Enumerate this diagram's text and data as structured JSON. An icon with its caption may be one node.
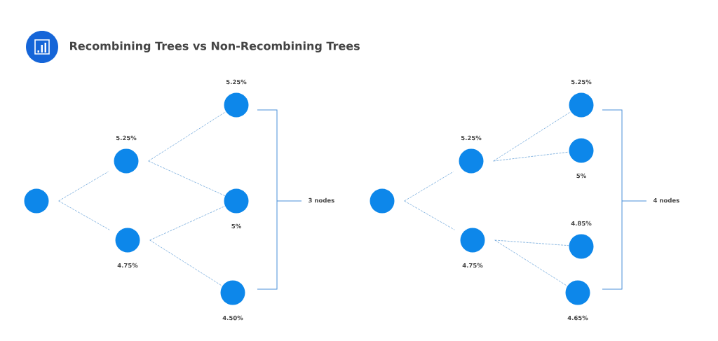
{
  "diagram": {
    "title": "Recombining Trees vs Non-Recombining Trees",
    "nodes": [
      {
        "text": [],
        "shape": "circle"
      },
      {
        "text": [],
        "shape": "circle",
        "beside": [
          "5.25%"
        ]
      },
      {
        "text": [],
        "shape": "circle",
        "beside": [
          "4.75%"
        ]
      },
      {
        "text": [],
        "shape": "circle",
        "beside": [
          "5.25%"
        ]
      },
      {
        "text": [],
        "shape": "circle",
        "beside": [
          "5%"
        ]
      },
      {
        "text": [],
        "shape": "circle",
        "beside": [
          "4.50%"
        ]
      },
      {
        "text": [],
        "shape": "circle"
      },
      {
        "text": [],
        "shape": "circle",
        "beside": [
          "5.25%"
        ]
      },
      {
        "text": [],
        "shape": "circle",
        "beside": [
          "4.75%"
        ]
      },
      {
        "text": [],
        "shape": "circle",
        "beside": [
          "5.25%"
        ]
      },
      {
        "text": [],
        "shape": "circle",
        "beside": [
          "5%"
        ]
      },
      {
        "text": [],
        "shape": "circle",
        "beside": [
          "4.85%"
        ]
      },
      {
        "text": [],
        "shape": "circle",
        "beside": [
          "4.65%"
        ]
      }
    ],
    "edges": [
      {
        "from": 0,
        "to": 1,
        "arrow": "none",
        "style": "dashed"
      },
      {
        "from": 0,
        "to": 2,
        "arrow": "none",
        "style": "dashed"
      },
      {
        "from": 1,
        "to": 3,
        "arrow": "none",
        "style": "dashed"
      },
      {
        "from": 1,
        "to": 4,
        "arrow": "none",
        "style": "dashed"
      },
      {
        "from": 2,
        "to": 4,
        "arrow": "none",
        "style": "dashed"
      },
      {
        "from": 2,
        "to": 5,
        "arrow": "none",
        "style": "dashed"
      },
      {
        "from": 6,
        "to": 7,
        "arrow": "none",
        "style": "dashed"
      },
      {
        "from": 6,
        "to": 8,
        "arrow": "none",
        "style": "dashed"
      },
      {
        "from": 7,
        "to": 9,
        "arrow": "none",
        "style": "dashed"
      },
      {
        "from": 7,
        "to": 10,
        "arrow": "none",
        "style": "dashed"
      },
      {
        "from": 8,
        "to": 11,
        "arrow": "none",
        "style": "dashed"
      },
      {
        "from": 8,
        "to": 12,
        "arrow": "none",
        "style": "dashed"
      }
    ],
    "labels": [
      "3 nodes",
      "4 nodes"
    ]
  }
}
